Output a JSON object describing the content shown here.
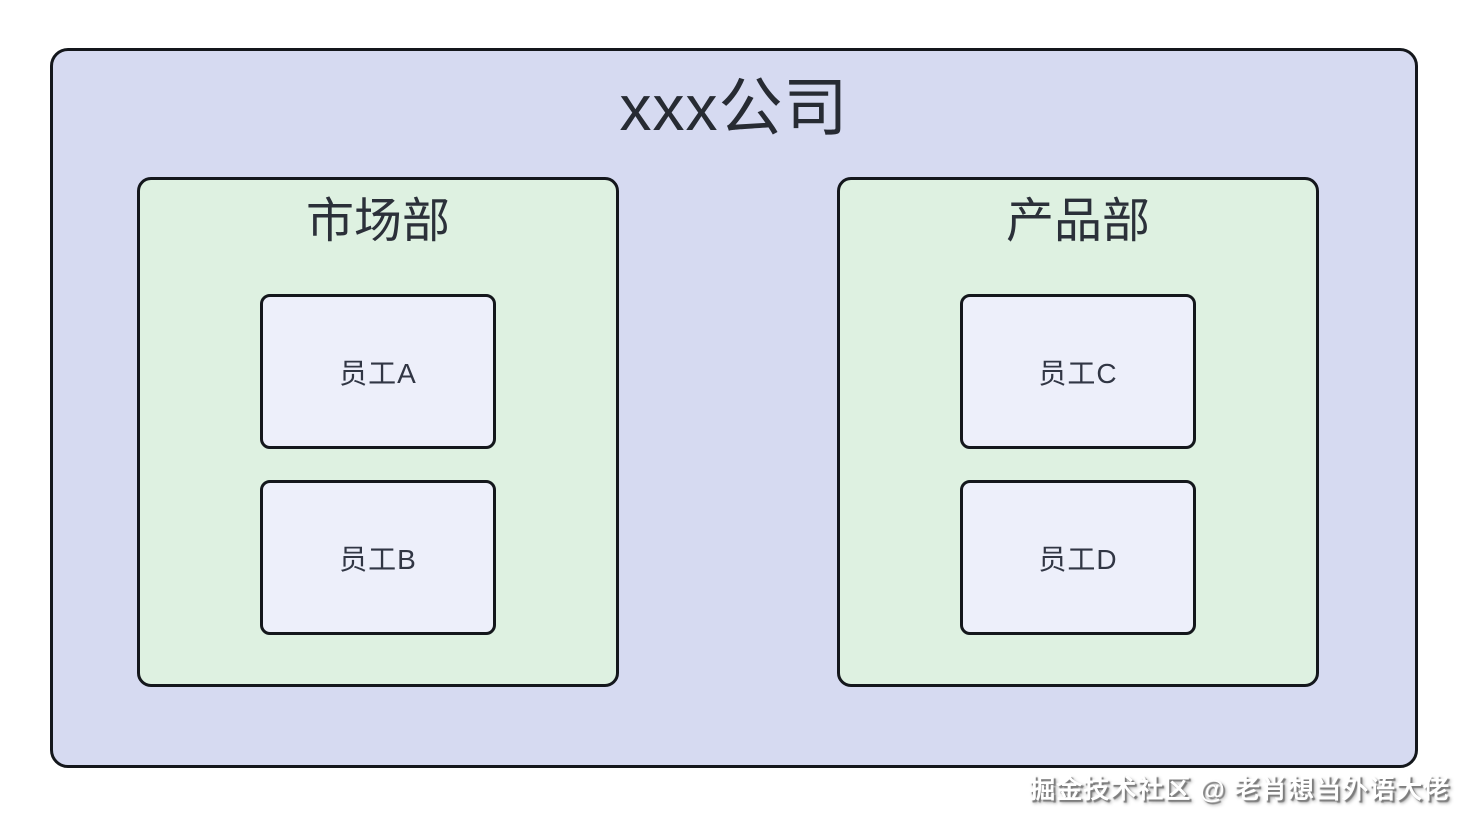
{
  "diagram": {
    "company": {
      "title": "xxx公司"
    },
    "departments": [
      {
        "name": "市场部",
        "employees": [
          "员工A",
          "员工B"
        ]
      },
      {
        "name": "产品部",
        "employees": [
          "员工C",
          "员工D"
        ]
      }
    ]
  },
  "watermark": {
    "text": "掘金技术社区 @ 老肖想当外语大佬"
  },
  "colors": {
    "canvas_background": "#ffffff",
    "company_fill": "#d6daf1",
    "department_fill": "#def1e1",
    "employee_fill": "#edeffa",
    "border": "#14171c",
    "text": "#2b3039",
    "watermark_text": "#ffffff"
  }
}
